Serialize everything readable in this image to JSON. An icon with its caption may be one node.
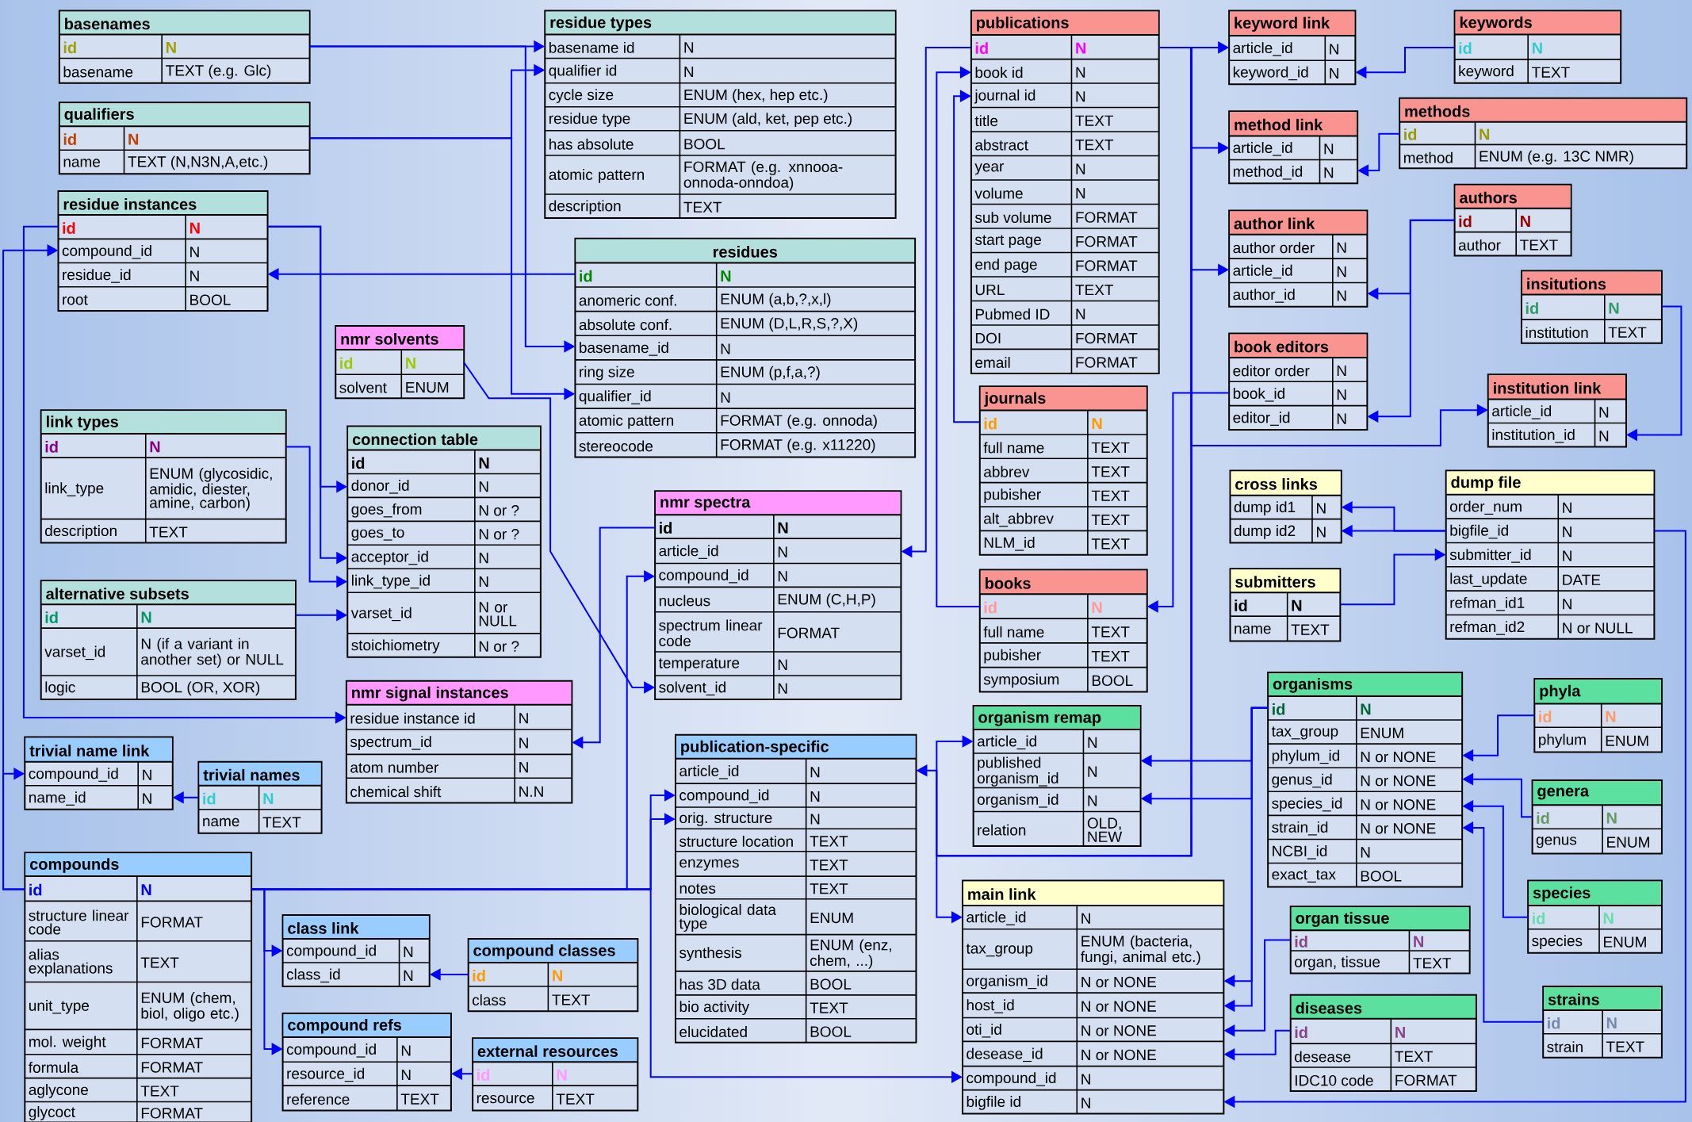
{
  "diagram": {
    "nodes": [
      {
        "text": [
          "basenames",
          "id",
          "N",
          "basename",
          "TEXT (e.g. Glc)"
        ]
      },
      {
        "text": [
          "qualifiers",
          "id",
          "N",
          "name",
          "TEXT (N,N3N,A,etc.)"
        ]
      },
      {
        "text": [
          "residue instances",
          "id",
          "N",
          "compound_id",
          "N",
          "residue_id",
          "N",
          "root",
          "BOOL"
        ]
      },
      {
        "text": [
          "residue types",
          "basename id",
          "N",
          "qualifier id",
          "N",
          "cycle size",
          "ENUM (hex, hep etc.)",
          "residue type",
          "ENUM (ald, ket, pep etc.)",
          "has absolute",
          "BOOL",
          "atomic pattern",
          "FORMAT (e.g. xnnooa-onnoda-onndoa)",
          "description",
          "TEXT"
        ]
      },
      {
        "text": [
          "residues",
          "id",
          "N",
          "anomeric conf.",
          "ENUM (a,b,?,x,l)",
          "absolute conf.",
          "ENUM (D,L,R,S,?,X)",
          "basename_id",
          "N",
          "ring size",
          "ENUM (p,f,a,?)",
          "qualifier_id",
          "N",
          "atomic pattern",
          "FORMAT (e.g. onnoda)",
          "stereocode",
          "FORMAT (e.g. x11220)"
        ]
      },
      {
        "text": [
          "nmr solvents",
          "id",
          "N",
          "solvent",
          "ENUM"
        ]
      },
      {
        "text": [
          "link types",
          "id",
          "N",
          "link_type",
          "ENUM (glycosidic, amidic, diester, amine, carbon)",
          "description",
          "TEXT"
        ]
      },
      {
        "text": [
          "connection table",
          "id",
          "N",
          "donor_id",
          "N",
          "goes_from",
          "N or ?",
          "goes_to",
          "N or ?",
          "acceptor_id",
          "N",
          "link_type_id",
          "N",
          "varset_id",
          "N or NULL",
          "stoichiometry",
          "N or ?"
        ]
      },
      {
        "text": [
          "alternative subsets",
          "id",
          "N",
          "varset_id",
          "N (if a variant in another set) or NULL",
          "logic",
          "BOOL (OR, XOR)"
        ]
      },
      {
        "text": [
          "nmr spectra",
          "id",
          "N",
          "article_id",
          "N",
          "compound_id",
          "N",
          "nucleus",
          "ENUM (C,H,P)",
          "spectrum linear code",
          "FORMAT",
          "temperature",
          "N",
          "solvent_id",
          "N"
        ]
      },
      {
        "text": [
          "nmr signal instances",
          "residue instance id",
          "N",
          "spectrum_id",
          "N",
          "atom number",
          "N",
          "chemical shift",
          "N.N"
        ]
      },
      {
        "text": [
          "trivial name link",
          "compound_id",
          "N",
          "name_id",
          "N"
        ]
      },
      {
        "text": [
          "trivial names",
          "id",
          "N",
          "name",
          "TEXT"
        ]
      },
      {
        "text": [
          "compounds",
          "id",
          "N",
          "structure linear code",
          "FORMAT",
          "alias explanations",
          "TEXT",
          "unit_type",
          "ENUM (chem, biol, oligo etc.)",
          "mol. weight",
          "FORMAT",
          "formula",
          "FORMAT",
          "aglycone",
          "TEXT",
          "glycoct",
          "FORMAT"
        ]
      },
      {
        "text": [
          "class link",
          "compound_id",
          "N",
          "class_id",
          "N"
        ]
      },
      {
        "text": [
          "compound classes",
          "id",
          "N",
          "class",
          "TEXT"
        ]
      },
      {
        "text": [
          "compound refs",
          "compound_id",
          "N",
          "resource_id",
          "N",
          "reference",
          "TEXT"
        ]
      },
      {
        "text": [
          "external resources",
          "id",
          "N",
          "resource",
          "TEXT"
        ]
      },
      {
        "text": [
          "publication-specific",
          "article_id",
          "N",
          "compound_id",
          "N",
          "orig. structure",
          "N",
          "structure location",
          "TEXT",
          "enzymes",
          "TEXT",
          "notes",
          "TEXT",
          "biological data type",
          "ENUM",
          "synthesis",
          "ENUM (enz, chem, ...)",
          "has 3D data",
          "BOOL",
          "bio activity",
          "TEXT",
          "elucidated",
          "BOOL"
        ]
      },
      {
        "text": [
          "publications",
          "id",
          "N",
          "book id",
          "N",
          "journal id",
          "N",
          "title",
          "TEXT",
          "abstract",
          "TEXT",
          "year",
          "N",
          "volume",
          "N",
          "sub volume",
          "FORMAT",
          "start page",
          "FORMAT",
          "end page",
          "FORMAT",
          "URL",
          "TEXT",
          "Pubmed ID",
          "N",
          "DOI",
          "FORMAT",
          "email",
          "FORMAT"
        ]
      },
      {
        "text": [
          "journals",
          "id",
          "N",
          "full name",
          "TEXT",
          "abbrev",
          "TEXT",
          "pubisher",
          "TEXT",
          "alt_abbrev",
          "TEXT",
          "NLM_id",
          "TEXT"
        ]
      },
      {
        "text": [
          "books",
          "id",
          "N",
          "full name",
          "TEXT",
          "pubisher",
          "TEXT",
          "symposium",
          "BOOL"
        ]
      },
      {
        "text": [
          "keyword link",
          "article_id",
          "N",
          "keyword_id",
          "N"
        ]
      },
      {
        "text": [
          "keywords",
          "id",
          "N",
          "keyword",
          "TEXT"
        ]
      },
      {
        "text": [
          "method link",
          "article_id",
          "N",
          "method_id",
          "N"
        ]
      },
      {
        "text": [
          "methods",
          "id",
          "N",
          "method",
          "ENUM (e.g. 13C NMR)"
        ]
      },
      {
        "text": [
          "author link",
          "author order",
          "N",
          "article_id",
          "N",
          "author_id",
          "N"
        ]
      },
      {
        "text": [
          "authors",
          "id",
          "N",
          "author",
          "TEXT"
        ]
      },
      {
        "text": [
          "insitutions",
          "id",
          "N",
          "institution",
          "TEXT"
        ]
      },
      {
        "text": [
          "book editors",
          "editor order",
          "N",
          "book_id",
          "N",
          "editor_id",
          "N"
        ]
      },
      {
        "text": [
          "institution link",
          "article_id",
          "N",
          "institution_id",
          "N"
        ]
      },
      {
        "text": [
          "cross links",
          "dump id1",
          "N",
          "dump id2",
          "N"
        ]
      },
      {
        "text": [
          "dump file",
          "order_num",
          "N",
          "bigfile_id",
          "N",
          "submitter_id",
          "N",
          "last_update",
          "DATE",
          "refman_id1",
          "N",
          "refman_id2",
          "N or NULL"
        ]
      },
      {
        "text": [
          "submitters",
          "id",
          "N",
          "name",
          "TEXT"
        ]
      },
      {
        "text": [
          "organisms",
          "id",
          "N",
          "tax_group",
          "ENUM",
          "phylum_id",
          "N or NONE",
          "genus_id",
          "N or NONE",
          "species_id",
          "N or NONE",
          "strain_id",
          "N or NONE",
          "NCBI_id",
          "N",
          "exact_tax",
          "BOOL"
        ]
      },
      {
        "text": [
          "phyla",
          "id",
          "N",
          "phylum",
          "ENUM"
        ]
      },
      {
        "text": [
          "organism remap",
          "article_id",
          "N",
          "published organism_id",
          "N",
          "organism_id",
          "N",
          "relation",
          "OLD, NEW"
        ]
      },
      {
        "text": [
          "genera",
          "id",
          "N",
          "genus",
          "ENUM"
        ]
      },
      {
        "text": [
          "species",
          "id",
          "N",
          "species",
          "ENUM"
        ]
      },
      {
        "text": [
          "organ tissue",
          "id",
          "N",
          "organ, tissue",
          "TEXT"
        ]
      },
      {
        "text": [
          "main link",
          "article_id",
          "N",
          "tax_group",
          "ENUM (bacteria, fungi, animal etc.)",
          "organism_id",
          "N or NONE",
          "host_id",
          "N or NONE",
          "oti_id",
          "N or NONE",
          "desease_id",
          "N or NONE",
          "compound_id",
          "N",
          "bigfile id",
          "N"
        ]
      },
      {
        "text": [
          "diseases",
          "id",
          "N",
          "desease",
          "TEXT",
          "IDC10 code",
          "FORMAT"
        ]
      },
      {
        "text": [
          "strains",
          "id",
          "N",
          "strain",
          "TEXT"
        ]
      }
    ],
    "edges": [
      {
        "from": 0,
        "to": 3,
        "arrow": "to"
      },
      {
        "from": 0,
        "to": 4,
        "arrow": "to"
      },
      {
        "from": 1,
        "to": 3,
        "arrow": "to"
      },
      {
        "from": 1,
        "to": 4,
        "arrow": "to"
      },
      {
        "from": 4,
        "to": 2,
        "arrow": "to"
      },
      {
        "from": 2,
        "to": 7,
        "arrow": "to"
      },
      {
        "from": 2,
        "to": 7,
        "arrow": "to"
      },
      {
        "from": 2,
        "to": 10,
        "arrow": "to"
      },
      {
        "from": 13,
        "to": 2,
        "arrow": "to"
      },
      {
        "from": 13,
        "to": 11,
        "arrow": "to"
      },
      {
        "from": 6,
        "to": 7,
        "arrow": "to"
      },
      {
        "from": 8,
        "to": 7,
        "arrow": "to"
      },
      {
        "from": 5,
        "to": 9,
        "arrow": "to"
      },
      {
        "from": 9,
        "to": 10,
        "arrow": "to"
      },
      {
        "from": 13,
        "to": 9,
        "arrow": "to"
      },
      {
        "from": 13,
        "to": 18,
        "arrow": "to"
      },
      {
        "from": 13,
        "to": 18,
        "arrow": "to"
      },
      {
        "from": 13,
        "to": 40,
        "arrow": "to"
      },
      {
        "from": 13,
        "to": 14,
        "arrow": "to"
      },
      {
        "from": 13,
        "to": 16,
        "arrow": "to"
      },
      {
        "from": 15,
        "to": 14,
        "arrow": "to"
      },
      {
        "from": 17,
        "to": 16,
        "arrow": "to"
      },
      {
        "from": 12,
        "to": 11,
        "arrow": "to"
      },
      {
        "from": 19,
        "to": 9,
        "arrow": "to"
      },
      {
        "from": 19,
        "to": 22,
        "arrow": "to"
      },
      {
        "from": 19,
        "to": 24,
        "arrow": "to"
      },
      {
        "from": 19,
        "to": 26,
        "arrow": "to"
      },
      {
        "from": 19,
        "to": 30,
        "arrow": "to"
      },
      {
        "from": 19,
        "to": 36,
        "arrow": "to"
      },
      {
        "from": 19,
        "to": 18,
        "arrow": "to"
      },
      {
        "from": 19,
        "to": 40,
        "arrow": "to"
      },
      {
        "from": 21,
        "to": 19,
        "arrow": "to"
      },
      {
        "from": 29,
        "to": 21,
        "arrow": "to"
      },
      {
        "from": 20,
        "to": 19,
        "arrow": "to"
      },
      {
        "from": 23,
        "to": 22,
        "arrow": "to"
      },
      {
        "from": 25,
        "to": 24,
        "arrow": "to"
      },
      {
        "from": 27,
        "to": 26,
        "arrow": "to"
      },
      {
        "from": 27,
        "to": 29,
        "arrow": "to"
      },
      {
        "from": 28,
        "to": 30,
        "arrow": "to"
      },
      {
        "from": 32,
        "to": 31,
        "arrow": "to"
      },
      {
        "from": 32,
        "to": 31,
        "arrow": "to"
      },
      {
        "from": 32,
        "to": 40,
        "arrow": "to"
      },
      {
        "from": 33,
        "to": 32,
        "arrow": "to"
      },
      {
        "from": 34,
        "to": 36,
        "arrow": "to"
      },
      {
        "from": 34,
        "to": 36,
        "arrow": "to"
      },
      {
        "from": 34,
        "to": 40,
        "arrow": "to"
      },
      {
        "from": 34,
        "to": 40,
        "arrow": "to"
      },
      {
        "from": 35,
        "to": 34,
        "arrow": "to"
      },
      {
        "from": 37,
        "to": 34,
        "arrow": "to"
      },
      {
        "from": 38,
        "to": 34,
        "arrow": "to"
      },
      {
        "from": 42,
        "to": 34,
        "arrow": "to"
      },
      {
        "from": 39,
        "to": 40,
        "arrow": "to"
      },
      {
        "from": 41,
        "to": 40,
        "arrow": "to"
      }
    ]
  }
}
